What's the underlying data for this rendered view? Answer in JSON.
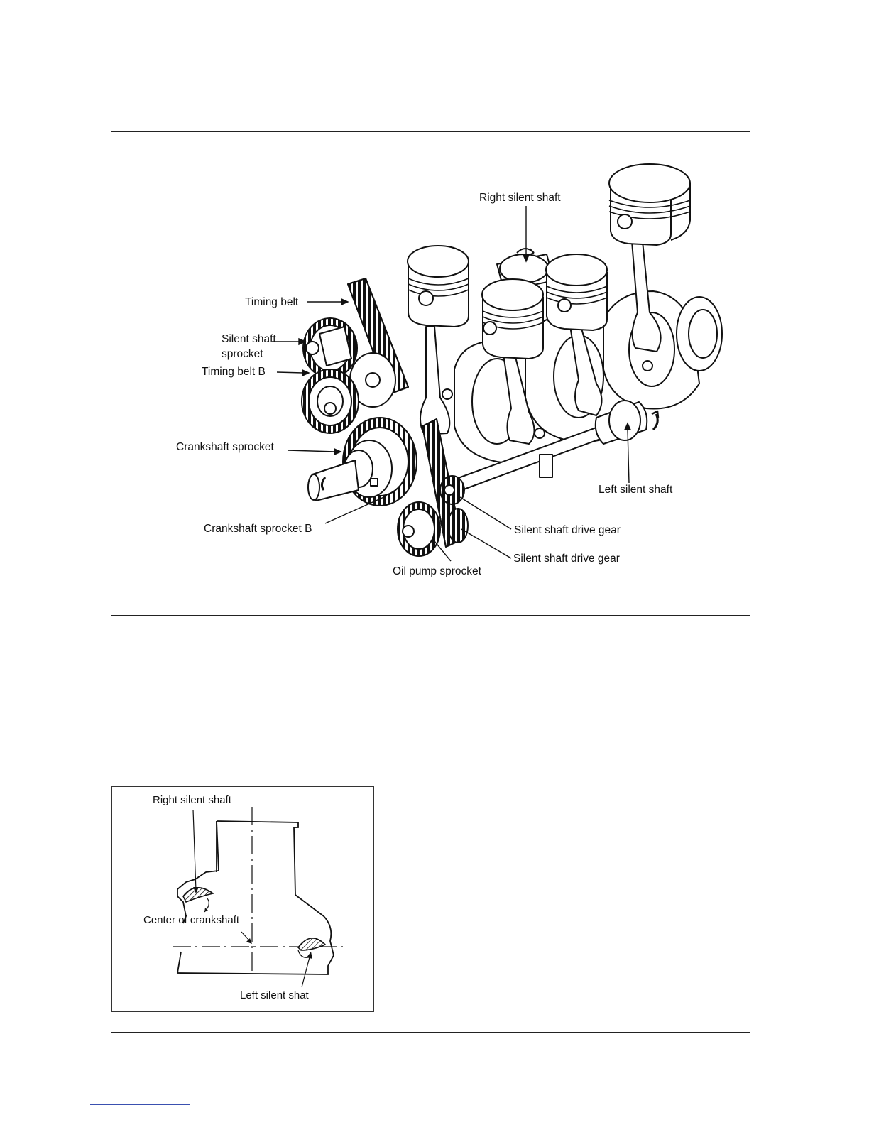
{
  "figure1": {
    "labels": {
      "right_silent_shaft": "Right silent shaft",
      "timing_belt": "Timing belt",
      "silent_shaft_sprocket": "Silent shaft sprocket",
      "timing_belt_b": "Timing belt B",
      "crankshaft_sprocket": "Crankshaft sprocket",
      "crankshaft_sprocket_b": "Crankshaft sprocket B",
      "oil_pump_sprocket": "Oil pump sprocket",
      "left_silent_shaft": "Left silent shaft",
      "silent_shaft_drive_gear_1": "Silent shaft drive gear",
      "silent_shaft_drive_gear_2": "Silent shaft drive gear"
    }
  },
  "figure2": {
    "labels": {
      "right_silent_shaft": "Right silent shaft",
      "center_of_crankshaft": "Center of crankshaft",
      "left_silent_shat": "Left silent shat"
    }
  }
}
